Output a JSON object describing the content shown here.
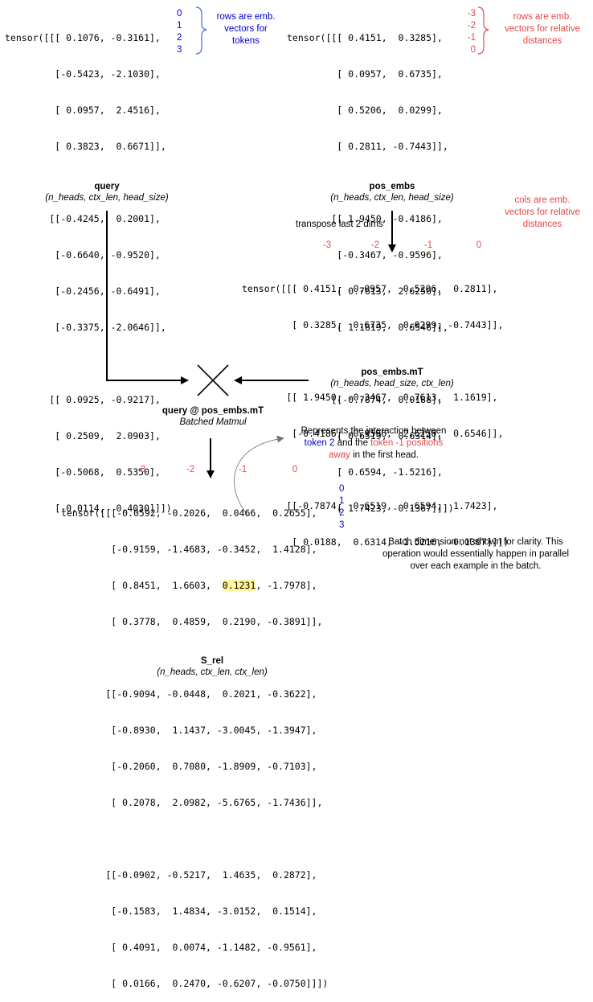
{
  "query": {
    "tensor_lines": [
      "tensor([[[ 0.1076, -0.3161],",
      "         [-0.5423, -2.1030],",
      "         [ 0.0957,  2.4516],",
      "         [ 0.3823,  0.6671]],",
      "",
      "        [[-0.4245,  0.2001],",
      "         [-0.6640, -0.9520],",
      "         [-0.2456, -0.6491],",
      "         [-0.3375, -2.0646]],",
      "",
      "        [[ 0.0925, -0.9217],",
      "         [ 0.2509,  2.0903],",
      "         [-0.5068,  0.5350],",
      "         [-0.0114,  0.4030]]])"
    ],
    "row_indices": [
      "0",
      "1",
      "2",
      "3"
    ],
    "annotation": "rows are emb.\nvectors for\ntokens",
    "label": "query",
    "shape": "(n_heads, ctx_len, head_size)"
  },
  "pos_embs": {
    "tensor_lines": [
      "tensor([[[ 0.4151,  0.3285],",
      "         [ 0.0957,  0.6735],",
      "         [ 0.5206,  0.0299],",
      "         [ 0.2811, -0.7443]],",
      "",
      "        [[ 1.9450, -0.4186],",
      "         [-0.3467, -0.9596],",
      "         [ 0.7613,  2.6250],",
      "         [ 1.1619,  0.6546]],",
      "",
      "        [[-0.7874,  0.0188],",
      "         [ 0.6519,  0.6314],",
      "         [ 0.6594, -1.5216],",
      "         [ 1.7423, -0.1367]]])"
    ],
    "row_indices": [
      "-3",
      "-2",
      "-1",
      "0"
    ],
    "annotation": "rows are emb.\nvectors for relative\ndistances",
    "label": "pos_embs",
    "shape": "(n_heads, ctx_len, head_size)"
  },
  "transpose": {
    "label": "transpose last 2 dims",
    "cols_annotation": "cols are emb.\nvectors for relative\ndistances",
    "col_indices": [
      "-3",
      "-2",
      "-1",
      "0"
    ],
    "tensor_lines": [
      "tensor([[[ 0.4151,  0.0957,  0.5206,  0.2811],",
      "         [ 0.3285,  0.6735,  0.0299, -0.7443]],",
      "",
      "        [[ 1.9450, -0.3467,  0.7613,  1.1619],",
      "         [-0.4186, -0.9596,  2.6250,  0.6546]],",
      "",
      "        [[-0.7874,  0.6519,  0.6594,  1.7423],",
      "         [ 0.0188,  0.6314, -1.5216, -0.1367]]])"
    ],
    "label_mT": "pos_embs.mT",
    "shape_mT": "(n_heads, head_size, ctx_len)"
  },
  "matmul": {
    "label": "query @ pos_embs.mT",
    "sublabel": "Batched Matmul"
  },
  "interaction_note": {
    "prefix": "Represents the interaction between",
    "token": "token 2",
    "and_the": " and the ",
    "positions": "token -1 positions",
    "away": "away",
    "suffix": " in the first head."
  },
  "s_rel": {
    "col_indices": [
      "-3",
      "-2",
      "-1",
      "0"
    ],
    "row_indices": [
      "0",
      "1",
      "2",
      "3"
    ],
    "line_0": "tensor([[[-0.0592, -0.2026,  0.0466,  0.2655],",
    "line_1": "         [-0.9159, -1.4683, -0.3452,  1.4128],",
    "line_2_pre": "         [ 0.8451,  1.6603,  ",
    "line_2_hl": "0.1231",
    "line_2_post": ", -1.7978],",
    "line_3": "         [ 0.3778,  0.4859,  0.2190, -0.3891]],",
    "rest_lines": [
      "",
      "        [[-0.9094, -0.0448,  0.2021, -0.3622],",
      "         [-0.8930,  1.1437, -3.0045, -1.3947],",
      "         [-0.2060,  0.7080, -1.8909, -0.7103],",
      "         [ 0.2078,  2.0982, -5.6765, -1.7436]],",
      "",
      "        [[-0.0902, -0.5217,  1.4635,  0.2872],",
      "         [-0.1583,  1.4834, -3.0152,  0.1514],",
      "         [ 0.4091,  0.0074, -1.1482, -0.9561],",
      "         [ 0.0166,  0.2470, -0.6207, -0.0750]]])"
    ],
    "label": "S_rel",
    "shape": "(n_heads, ctx_len, ctx_len)"
  },
  "batch_note": "Batch dimension not shown for clarity. This\noperation would essentially happen in parallel\nover each example in the batch.",
  "colors": {
    "blue": "#0000cc",
    "red": "#e34848",
    "highlight": "#fff59a"
  }
}
